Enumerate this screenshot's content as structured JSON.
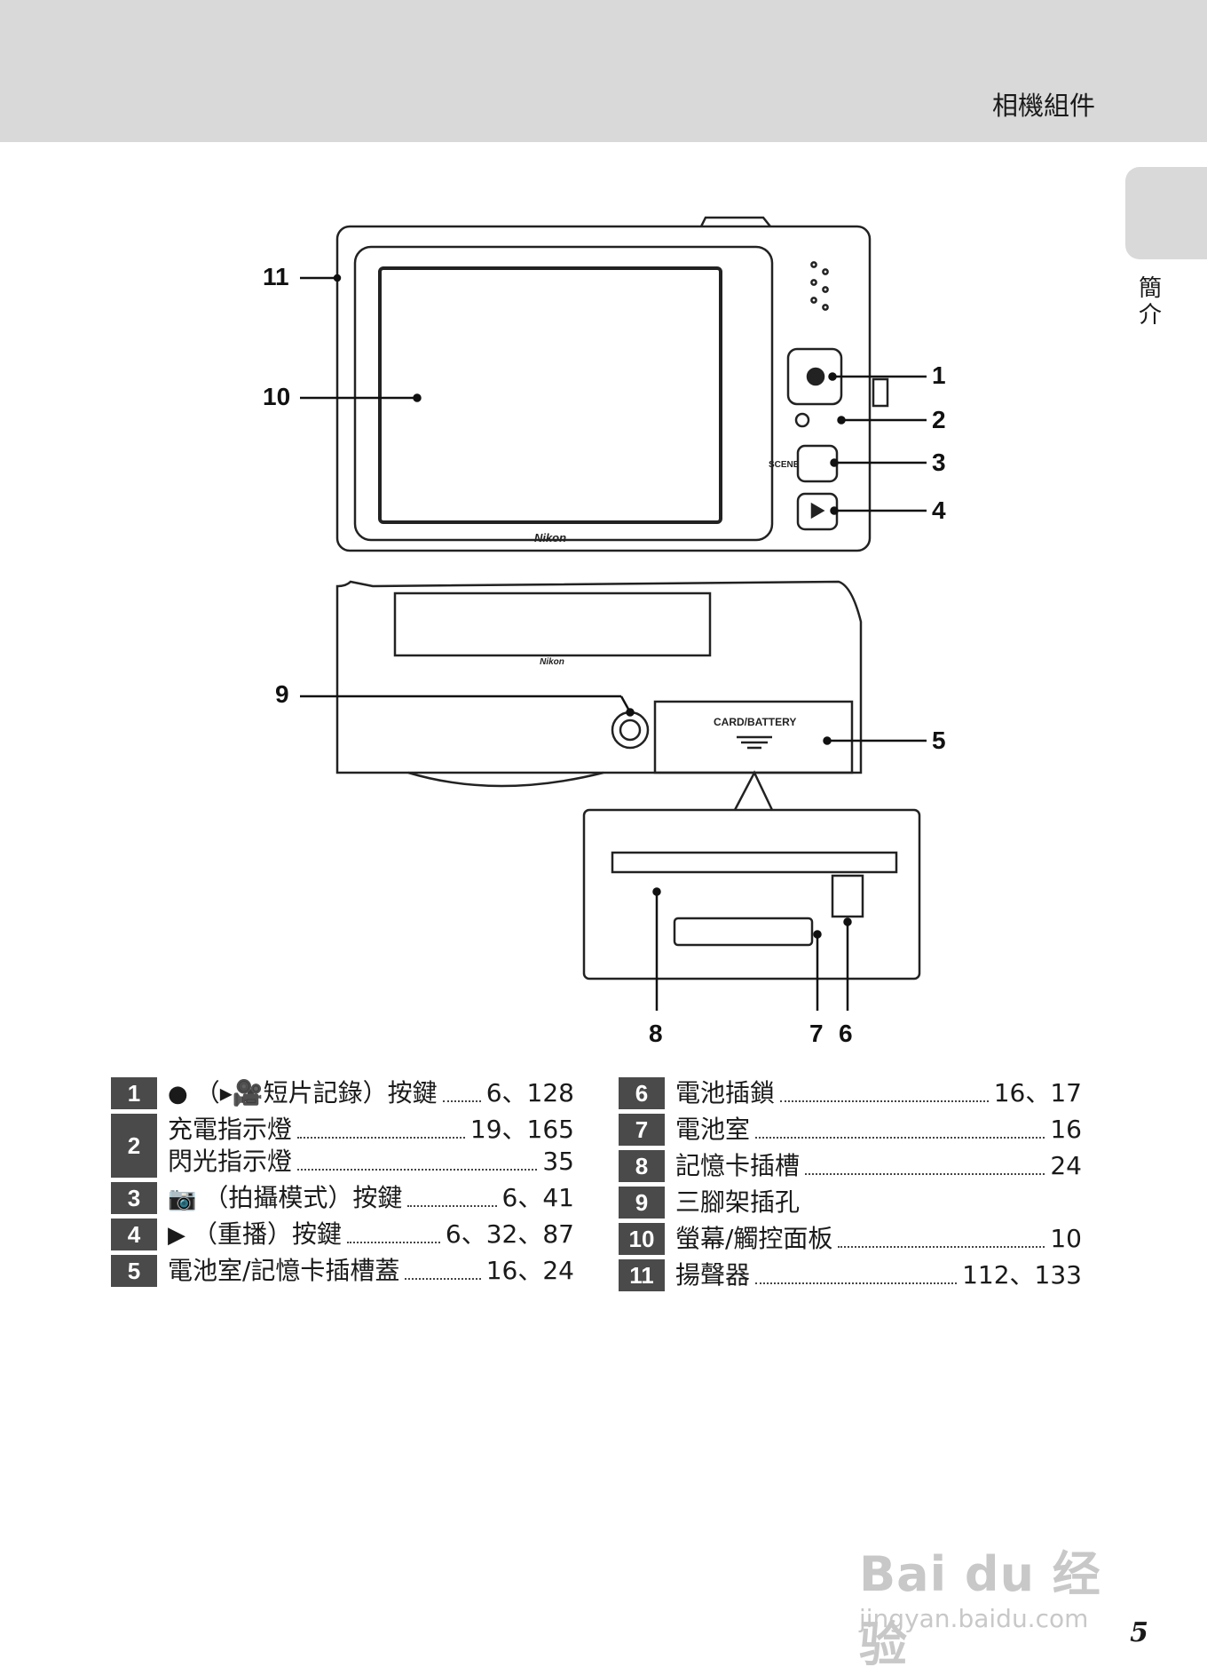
{
  "header": {
    "title": "相機組件"
  },
  "side_tab": {
    "label": "簡介"
  },
  "figure": {
    "brand_label": "Nikon",
    "scene_label": "SCENE",
    "door_label": "CARD/BATTERY",
    "callouts": [
      "1",
      "2",
      "3",
      "4",
      "5",
      "6",
      "7",
      "8",
      "9",
      "10",
      "11"
    ]
  },
  "parts_left": [
    {
      "index": "1",
      "lines": [
        {
          "symbol": "●",
          "symbol_name": "record-dot-icon",
          "label": "（▸🎥短片記錄）按鍵",
          "pages": "6、128"
        }
      ]
    },
    {
      "index": "2",
      "lines": [
        {
          "label": "充電指示燈",
          "pages": "19、165"
        },
        {
          "label": "閃光指示燈",
          "pages": "35"
        }
      ]
    },
    {
      "index": "3",
      "lines": [
        {
          "symbol": "📷",
          "symbol_name": "camera-icon",
          "label": "（拍攝模式）按鍵",
          "pages": "6、41"
        }
      ]
    },
    {
      "index": "4",
      "lines": [
        {
          "symbol": "▶",
          "symbol_name": "playback-icon",
          "label": "（重播）按鍵",
          "pages": "6、32、87"
        }
      ]
    },
    {
      "index": "5",
      "lines": [
        {
          "label": "電池室/記憶卡插槽蓋",
          "pages": "16、24"
        }
      ]
    }
  ],
  "parts_right": [
    {
      "index": "6",
      "lines": [
        {
          "label": "電池插鎖",
          "pages": "16、17"
        }
      ]
    },
    {
      "index": "7",
      "lines": [
        {
          "label": "電池室",
          "pages": "16"
        }
      ]
    },
    {
      "index": "8",
      "lines": [
        {
          "label": "記憶卡插槽",
          "pages": "24"
        }
      ]
    },
    {
      "index": "9",
      "lines": [
        {
          "label": "三腳架插孔",
          "pages": ""
        }
      ]
    },
    {
      "index": "10",
      "lines": [
        {
          "label": "螢幕/觸控面板",
          "pages": "10"
        }
      ]
    },
    {
      "index": "11",
      "lines": [
        {
          "label": "揚聲器",
          "pages": "112、133"
        }
      ]
    }
  ],
  "page_number": "5",
  "watermark": {
    "brand": "Bai du 经验",
    "url": "jingyan.baidu.com"
  }
}
